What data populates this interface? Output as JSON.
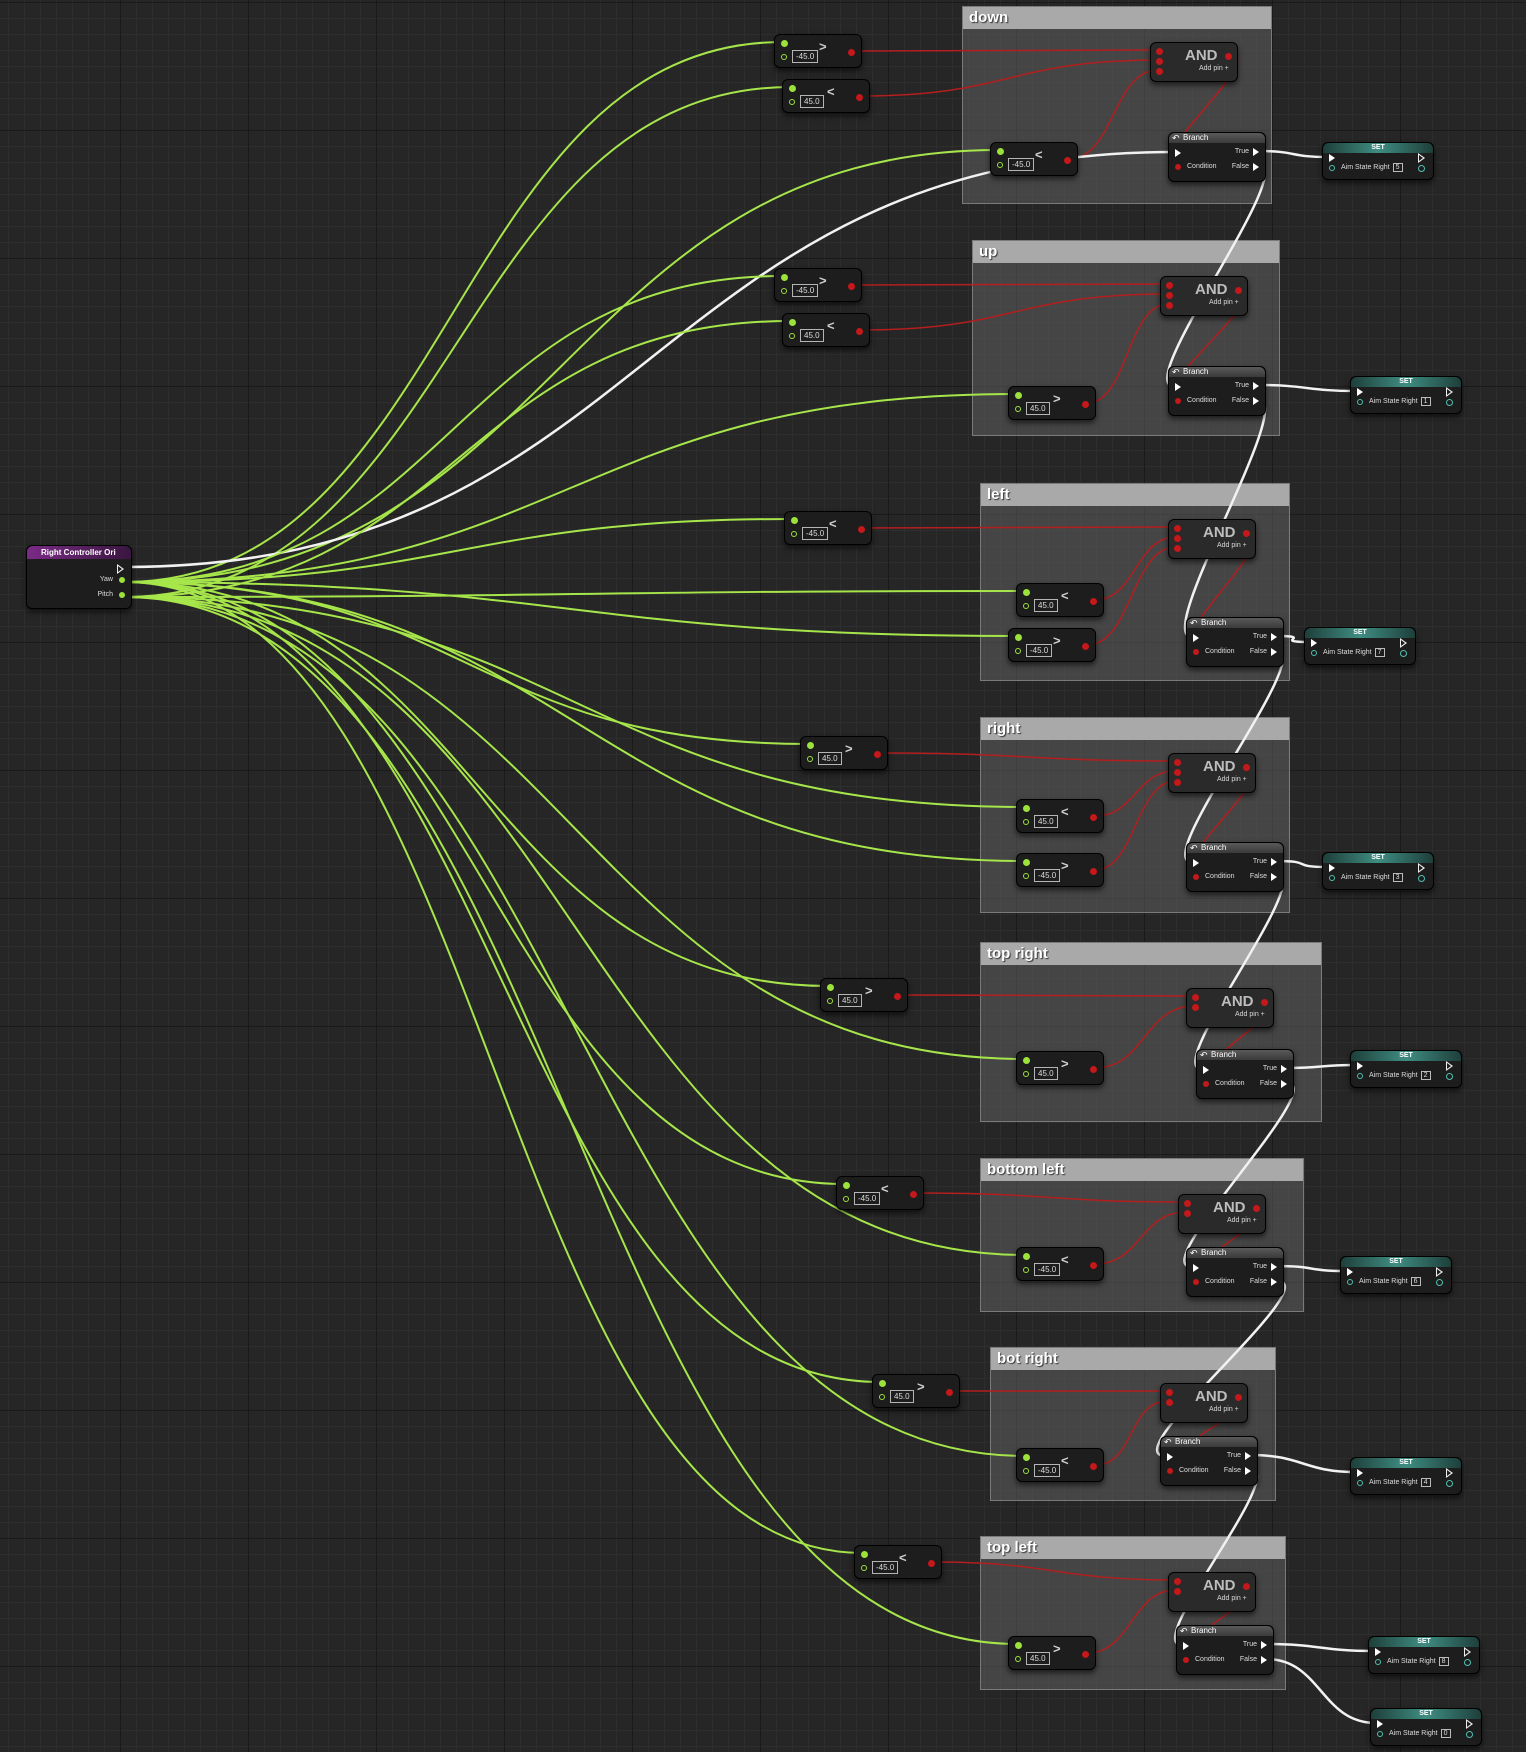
{
  "event": {
    "title": "Right Controller Ori",
    "yaw_label": "Yaw",
    "pitch_label": "Pitch"
  },
  "groups": [
    {
      "name": "down",
      "compare": [
        {
          "value": "-45.0",
          "op": ">"
        },
        {
          "value": "45.0",
          "op": "<"
        },
        {
          "value": "-45.0",
          "op": "<"
        }
      ],
      "set_value": "5"
    },
    {
      "name": "up",
      "compare": [
        {
          "value": "-45.0",
          "op": ">"
        },
        {
          "value": "45.0",
          "op": "<"
        },
        {
          "value": "45.0",
          "op": ">"
        }
      ],
      "set_value": "1"
    },
    {
      "name": "left",
      "compare": [
        {
          "value": "-45.0",
          "op": "<"
        },
        {
          "value": "45.0",
          "op": "<"
        },
        {
          "value": "-45.0",
          "op": ">"
        }
      ],
      "set_value": "7"
    },
    {
      "name": "right",
      "compare": [
        {
          "value": "45.0",
          "op": ">"
        },
        {
          "value": "45.0",
          "op": "<"
        },
        {
          "value": "-45.0",
          "op": ">"
        }
      ],
      "set_value": "3"
    },
    {
      "name": "top right",
      "compare": [
        {
          "value": "45.0",
          "op": ">"
        },
        {
          "value": "45.0",
          "op": ">"
        }
      ],
      "set_value": "2"
    },
    {
      "name": "bottom left",
      "compare": [
        {
          "value": "-45.0",
          "op": "<"
        },
        {
          "value": "-45.0",
          "op": "<"
        }
      ],
      "set_value": "6"
    },
    {
      "name": "bot right",
      "compare": [
        {
          "value": "45.0",
          "op": ">"
        },
        {
          "value": "-45.0",
          "op": "<"
        }
      ],
      "set_value": "4"
    },
    {
      "name": "top left",
      "compare": [
        {
          "value": "-45.0",
          "op": "<"
        },
        {
          "value": "45.0",
          "op": ">"
        }
      ],
      "set_value": "8"
    }
  ],
  "final_set_value": "0",
  "labels": {
    "and": "AND",
    "add_pin": "Add pin +",
    "branch": "Branch",
    "true": "True",
    "false": "False",
    "condition": "Condition",
    "set": "SET",
    "aim_state": "Aim State Right"
  },
  "colors": {
    "exec_wire": "#f2f2f2",
    "float_wire": "#a6e64b",
    "bool_wire": "#b31e1e",
    "event_header": "#7a2b86",
    "set_header": "#3f8d82"
  }
}
